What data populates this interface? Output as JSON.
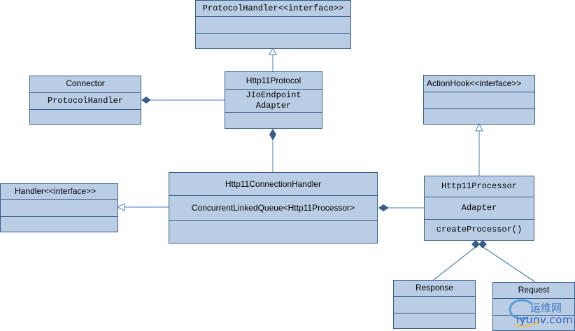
{
  "colors": {
    "fill": "#b9cde5",
    "border": "#385d8a"
  },
  "classes": {
    "protocol_handler": {
      "title": "ProtocolHandler<<interface>>"
    },
    "connector": {
      "title": "Connector",
      "attribute": "ProtocolHandler"
    },
    "http11_protocol": {
      "title": "Http11Protocol",
      "attr_line1": "JIoEndpoint",
      "attr_line2": "Adapter"
    },
    "action_hook": {
      "title": "ActionHook<<interface>>"
    },
    "handler": {
      "title": "Handler<<interface>>"
    },
    "connection_handler": {
      "title": "Http11ConnectionHandler",
      "attribute": "ConcurrentLinkedQueue<Http11Processor>"
    },
    "processor": {
      "title": "Http11Processor",
      "attribute": "Adapter",
      "method": "createProcessor()"
    },
    "response": {
      "title": "Response"
    },
    "request": {
      "title": "Request"
    }
  },
  "watermark": {
    "chinese": "运维网",
    "domain": "iyunv.com",
    "icon": "swirl-logo"
  }
}
